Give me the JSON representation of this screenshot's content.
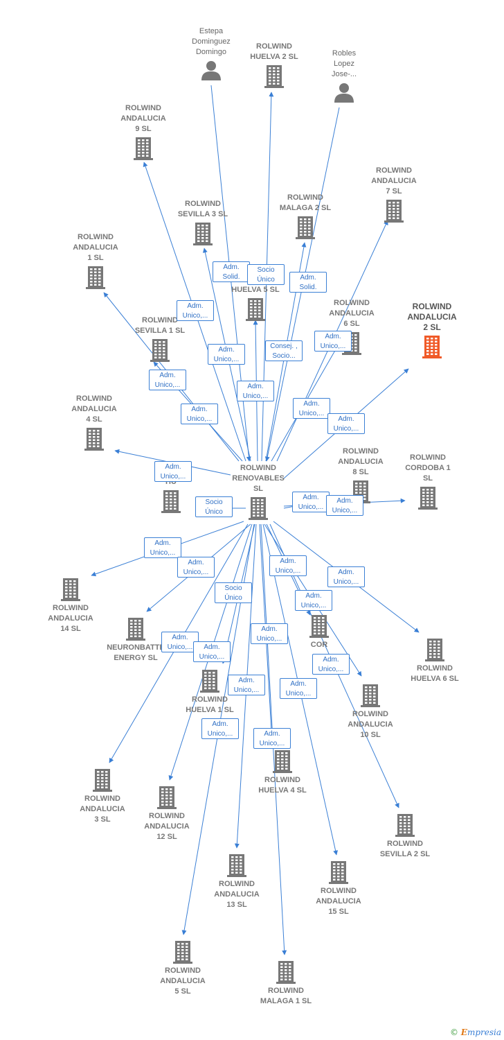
{
  "colors": {
    "edge": "#3a7fd5",
    "node": "#777777",
    "highlight": "#f05a28",
    "label_text": "#2f6fc4"
  },
  "center": "rolwind-renovables",
  "nodes": [
    {
      "id": "rolwind-renovables",
      "label": "ROLWIND\nRENOVABLES\nSL",
      "type": "company"
    },
    {
      "id": "estepa",
      "label": "Estepa\nDominguez\nDomingo",
      "type": "person"
    },
    {
      "id": "robles",
      "label": "Robles\nLopez\nJose-...",
      "type": "person"
    },
    {
      "id": "huelva2",
      "label": "ROLWIND\nHUELVA 2  SL",
      "type": "company"
    },
    {
      "id": "andalucia9",
      "label": "ROLWIND\nANDALUCIA\n9  SL",
      "type": "company"
    },
    {
      "id": "andalucia7",
      "label": "ROLWIND\nANDALUCIA\n7  SL",
      "type": "company"
    },
    {
      "id": "sevilla3",
      "label": "ROLWIND\nSEVILLA 3  SL",
      "type": "company"
    },
    {
      "id": "malaga2",
      "label": "ROLWIND\nMALAGA 2  SL",
      "type": "company"
    },
    {
      "id": "andalucia1",
      "label": "ROLWIND\nANDALUCIA\n1  SL",
      "type": "company"
    },
    {
      "id": "huelva5",
      "label": "L\nHUELVA 5  SL",
      "type": "company"
    },
    {
      "id": "andalucia6",
      "label": "ROLWIND\nANDALUCIA\n6  SL",
      "type": "company"
    },
    {
      "id": "andalucia2",
      "label": "ROLWIND\nANDALUCIA\n2  SL",
      "type": "highlight"
    },
    {
      "id": "sevilla1",
      "label": "ROLWIND\nSEVILLA 1  SL",
      "type": "company"
    },
    {
      "id": "andalucia4",
      "label": "ROLWIND\nANDALUCIA\n4  SL",
      "type": "company"
    },
    {
      "id": "huelva3",
      "label": "R\nHU",
      "type": "company"
    },
    {
      "id": "andalucia8",
      "label": "ROLWIND\nANDALUCIA\n8  SL",
      "type": "company"
    },
    {
      "id": "cordoba1",
      "label": "ROLWIND\nCORDOBA 1\nSL",
      "type": "company"
    },
    {
      "id": "andalucia14",
      "label": "ROLWIND\nANDALUCIA\n14  SL",
      "type": "company"
    },
    {
      "id": "neuronbattery",
      "label": "NEURONBATTE\nENERGY  SL",
      "type": "company"
    },
    {
      "id": "cordoba2",
      "label": "COR",
      "type": "company"
    },
    {
      "id": "huelva6",
      "label": "ROLWIND\nHUELVA 6  SL",
      "type": "company"
    },
    {
      "id": "huelva1",
      "label": "ROLWIND\nHUELVA 1  SL",
      "type": "company"
    },
    {
      "id": "andalucia10",
      "label": "ROLWIND\nANDALUCIA\n10  SL",
      "type": "company"
    },
    {
      "id": "andalucia3",
      "label": "ROLWIND\nANDALUCIA\n3  SL",
      "type": "company"
    },
    {
      "id": "andalucia12",
      "label": "ROLWIND\nANDALUCIA\n12  SL",
      "type": "company"
    },
    {
      "id": "huelva4",
      "label": "ROLWIND\nHUELVA 4  SL",
      "type": "company"
    },
    {
      "id": "sevilla2",
      "label": "ROLWIND\nSEVILLA 2  SL",
      "type": "company"
    },
    {
      "id": "andalucia13",
      "label": "ROLWIND\nANDALUCIA\n13  SL",
      "type": "company"
    },
    {
      "id": "andalucia15",
      "label": "ROLWIND\nANDALUCIA\n15  SL",
      "type": "company"
    },
    {
      "id": "andalucia5",
      "label": "ROLWIND\nANDALUCIA\n5  SL",
      "type": "company"
    },
    {
      "id": "malaga1",
      "label": "ROLWIND\nMALAGA 1  SL",
      "type": "company"
    }
  ],
  "edges": [
    {
      "from": "estepa",
      "to": "rolwind-renovables",
      "label": "Adm.\nSolid."
    },
    {
      "from": "robles",
      "to": "rolwind-renovables",
      "label": "Adm.\nSolid."
    },
    {
      "from": "rolwind-renovables",
      "to": "huelva2",
      "label": "Socio\nÚnico"
    },
    {
      "from": "rolwind-renovables",
      "to": "andalucia9",
      "label": "Adm.\nUnico,..."
    },
    {
      "from": "rolwind-renovables",
      "to": "sevilla3",
      "label": "Adm.\nUnico,..."
    },
    {
      "from": "rolwind-renovables",
      "to": "malaga2",
      "label": "Consej. ,\nSocio..."
    },
    {
      "from": "rolwind-renovables",
      "to": "andalucia7",
      "label": "Adm.\nUnico,..."
    },
    {
      "from": "rolwind-renovables",
      "to": "huelva5",
      "label": "Adm.\nUnico,..."
    },
    {
      "from": "rolwind-renovables",
      "to": "andalucia1",
      "label": "Adm.\nUnico,..."
    },
    {
      "from": "rolwind-renovables",
      "to": "andalucia6",
      "label": "Adm.\nUnico,..."
    },
    {
      "from": "rolwind-renovables",
      "to": "andalucia2",
      "label": "Adm.\nUnico,..."
    },
    {
      "from": "rolwind-renovables",
      "to": "sevilla1",
      "label": "Adm.\nUnico,..."
    },
    {
      "from": "rolwind-renovables",
      "to": "andalucia4",
      "label": "Adm.\nUnico,..."
    },
    {
      "from": "rolwind-renovables",
      "to": "huelva3",
      "label": "Socio\nÚnico"
    },
    {
      "from": "rolwind-renovables",
      "to": "andalucia8",
      "label": "Adm.\nUnico,..."
    },
    {
      "from": "rolwind-renovables",
      "to": "cordoba1",
      "label": "Adm.\nUnico,..."
    },
    {
      "from": "rolwind-renovables",
      "to": "andalucia14",
      "label": "Adm.\nUnico,..."
    },
    {
      "from": "rolwind-renovables",
      "to": "neuronbattery",
      "label": "Adm.\nUnico,..."
    },
    {
      "from": "rolwind-renovables",
      "to": "cordoba2",
      "label": "Adm.\nUnico,..."
    },
    {
      "from": "rolwind-renovables",
      "to": "huelva6",
      "label": "Adm.\nUnico,..."
    },
    {
      "from": "rolwind-renovables",
      "to": "huelva1",
      "label": "Socio\nÚnico"
    },
    {
      "from": "rolwind-renovables",
      "to": "andalucia10",
      "label": "Adm.\nUnico,..."
    },
    {
      "from": "rolwind-renovables",
      "to": "andalucia3",
      "label": "Adm.\nUnico,..."
    },
    {
      "from": "rolwind-renovables",
      "to": "andalucia12",
      "label": "Adm.\nUnico,..."
    },
    {
      "from": "rolwind-renovables",
      "to": "huelva4",
      "label": "Adm.\nUnico,..."
    },
    {
      "from": "rolwind-renovables",
      "to": "sevilla2",
      "label": "Adm.\nUnico,..."
    },
    {
      "from": "rolwind-renovables",
      "to": "andalucia13",
      "label": "Adm.\nUnico,..."
    },
    {
      "from": "rolwind-renovables",
      "to": "andalucia15",
      "label": "Adm.\nUnico,..."
    },
    {
      "from": "rolwind-renovables",
      "to": "andalucia5",
      "label": "Adm.\nUnico,..."
    },
    {
      "from": "rolwind-renovables",
      "to": "malaga1",
      "label": "Adm.\nUnico,..."
    }
  ],
  "footer": {
    "copyright": "©",
    "brand_initial": "E",
    "brand_rest": "mpresia"
  }
}
